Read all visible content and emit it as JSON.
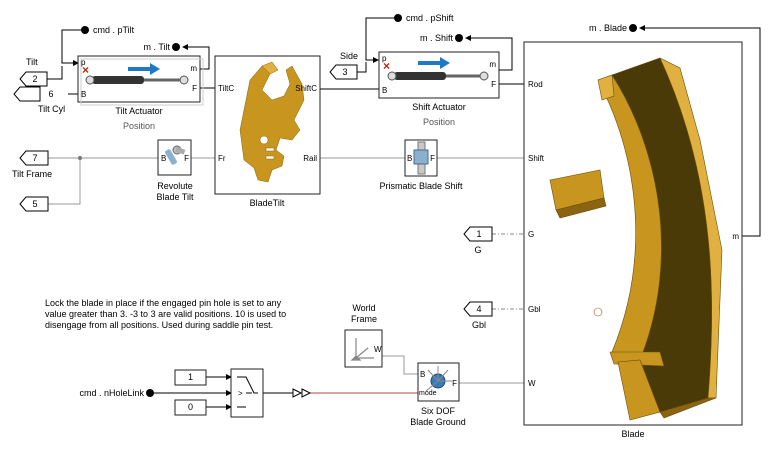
{
  "blocks": {
    "tilt_actuator": {
      "name": "Tilt Actuator",
      "sublabel": "Position",
      "ports": {
        "p": "p",
        "b": "B",
        "m": "m",
        "f": "F"
      }
    },
    "shift_actuator": {
      "name": "Shift Actuator",
      "sublabel": "Position",
      "ports": {
        "p": "p",
        "b": "B",
        "m": "m",
        "f": "F"
      }
    },
    "blade_tilt": {
      "name": "BladeTilt",
      "ports": {
        "tiltc": "TiltC",
        "shiftc": "ShiftC",
        "fr": "Fr",
        "rail": "Rail"
      }
    },
    "revolute": {
      "name": "Revolute\nBlade Tilt",
      "ports": {
        "b": "B",
        "f": "F"
      }
    },
    "prismatic": {
      "name": "Prismatic Blade Shift",
      "ports": {
        "b": "B",
        "f": "F"
      }
    },
    "blade": {
      "name": "Blade",
      "ports": {
        "rod": "Rod",
        "shift": "Shift",
        "g": "G",
        "gbl": "Gbl",
        "w": "W",
        "m": "m"
      }
    },
    "world": {
      "name": "World\nFrame",
      "ports": {
        "w": "W"
      }
    },
    "six_dof": {
      "name": "Six DOF\nBlade Ground",
      "ports": {
        "b": "B",
        "f": "F",
        "mode": "mode"
      }
    },
    "switch": {
      "ports": {
        "gt": ">"
      }
    },
    "const1": {
      "value": "1"
    },
    "const0": {
      "value": "0"
    }
  },
  "inports": {
    "tilt": {
      "num": "2",
      "label": "Tilt"
    },
    "side": {
      "num": "3",
      "label": "Side"
    },
    "tilt_frame": {
      "num": "7",
      "label": "Tilt Frame"
    },
    "unnamed": {
      "num": "5"
    }
  },
  "outports": {
    "tilt_cyl": {
      "num": "6",
      "label": "Tilt Cyl"
    },
    "g": {
      "num": "1",
      "label": "G"
    },
    "gbl": {
      "num": "4",
      "label": "Gbl"
    }
  },
  "signals": {
    "cmd_ptilt": "cmd . pTilt",
    "m_tilt": "m . Tilt",
    "cmd_pshift": "cmd . pShift",
    "m_shift": "m . Shift",
    "m_blade": "m . Blade",
    "cmd_nholelink": "cmd . nHoleLink"
  },
  "annotation": "Lock the blade in place if the engaged pin hole is set to any value greater than 3. -3 to 3 are valid positions. 10 is used to disengage from all positions. Used during saddle pin test.",
  "colors": {
    "blade": "#c8961e",
    "blade_dark": "#4a3a08",
    "arrow": "#1f78c8",
    "cross": "#cc2200"
  }
}
